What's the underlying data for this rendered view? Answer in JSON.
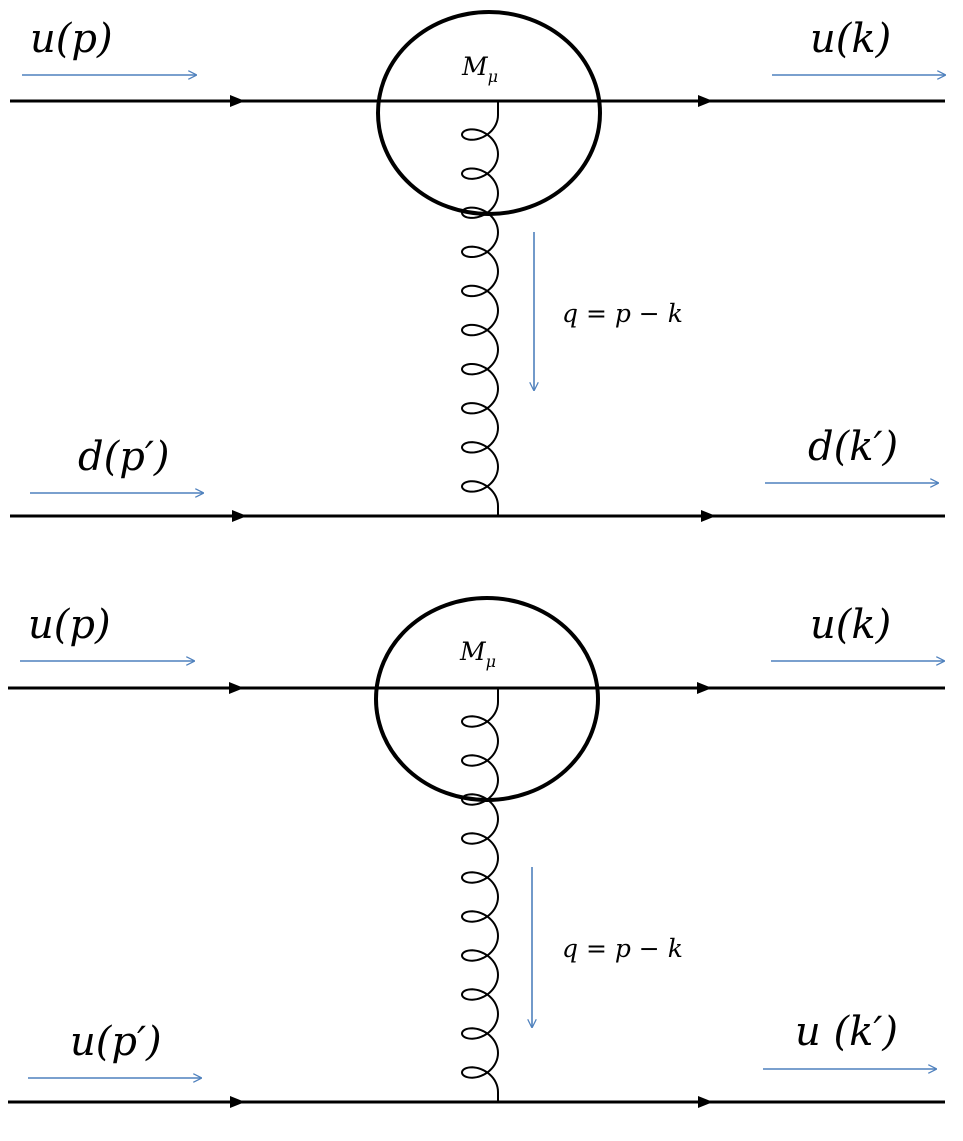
{
  "diagrams": [
    {
      "incoming_top": "u(p)",
      "outgoing_top": "u(k)",
      "incoming_bottom": "d(p′)",
      "outgoing_bottom": "d(k′)",
      "vertex_label": "M",
      "vertex_subscript": "μ",
      "momentum_label": "q = p − k"
    },
    {
      "incoming_top": "u(p)",
      "outgoing_top": "u(k)",
      "incoming_bottom": "u(p′)",
      "outgoing_bottom": "u (k′)",
      "vertex_label": "M",
      "vertex_subscript": "μ",
      "momentum_label": "q = p − k"
    }
  ],
  "colors": {
    "line": "#000000",
    "momentum_arrow": "#4f81bd"
  }
}
